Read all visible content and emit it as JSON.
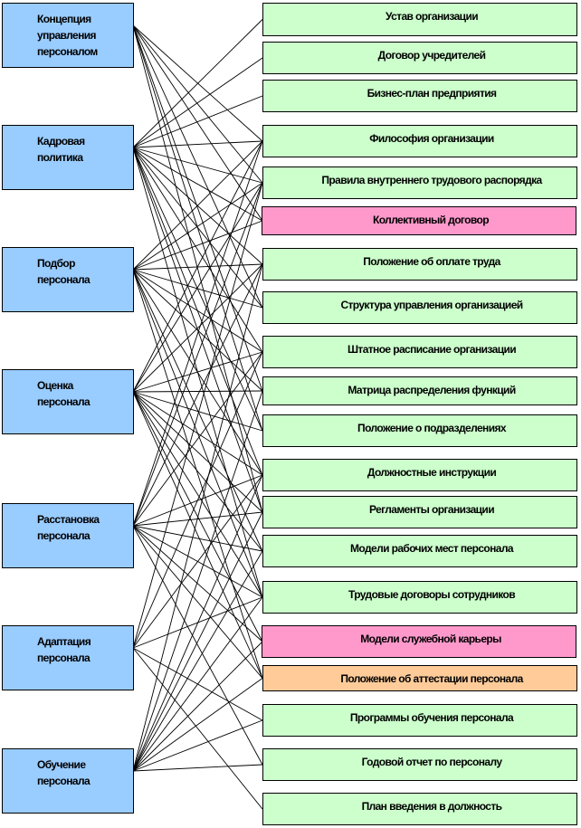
{
  "colors": {
    "left_box": "#99CCFF",
    "right_default": "#CCFFCC",
    "right_pink": "#FF99CC",
    "right_orange": "#FFCC99",
    "line": "#000000"
  },
  "left_nodes": [
    {
      "id": "L0",
      "label": "Концепция\nуправления\nперсоналом"
    },
    {
      "id": "L1",
      "label": "Кадровая\nполитика"
    },
    {
      "id": "L2",
      "label": "Подбор\nперсонала"
    },
    {
      "id": "L3",
      "label": "Оценка\nперсонала"
    },
    {
      "id": "L4",
      "label": "Расстановка\nперсонала"
    },
    {
      "id": "L5",
      "label": "Адаптация\nперсонала"
    },
    {
      "id": "L6",
      "label": "Обучение\nперсонала"
    }
  ],
  "right_nodes": [
    {
      "id": "R0",
      "label": "Устав организации",
      "color": "green"
    },
    {
      "id": "R1",
      "label": "Договор учредителей",
      "color": "green"
    },
    {
      "id": "R2",
      "label": "Бизнес-план предприятия",
      "color": "green"
    },
    {
      "id": "R3",
      "label": "Философия организации",
      "color": "green"
    },
    {
      "id": "R4",
      "label": "Правила внутреннего трудового распорядка",
      "color": "green"
    },
    {
      "id": "R5",
      "label": "Коллективный договор",
      "color": "pink"
    },
    {
      "id": "R6",
      "label": "Положение об оплате труда",
      "color": "green"
    },
    {
      "id": "R7",
      "label": "Структура управления организацией",
      "color": "green"
    },
    {
      "id": "R8",
      "label": "Штатное расписание организации",
      "color": "green"
    },
    {
      "id": "R9",
      "label": "Матрица распределения функций",
      "color": "green"
    },
    {
      "id": "R10",
      "label": "Положение о подразделениях",
      "color": "green"
    },
    {
      "id": "R11",
      "label": "Должностные инструкции",
      "color": "green"
    },
    {
      "id": "R12",
      "label": "Регламенты организации",
      "color": "green"
    },
    {
      "id": "R13",
      "label": "Модели рабочих мест персонала",
      "color": "green"
    },
    {
      "id": "R14",
      "label": "Трудовые договоры сотрудников",
      "color": "green"
    },
    {
      "id": "R15",
      "label": "Модели служебной карьеры",
      "color": "pink"
    },
    {
      "id": "R16",
      "label": "Положение об аттестации персонала",
      "color": "orange"
    },
    {
      "id": "R17",
      "label": "Программы обучения персонала",
      "color": "green"
    },
    {
      "id": "R18",
      "label": "Годовой отчет по персоналу",
      "color": "green"
    },
    {
      "id": "R19",
      "label": "План введения в должность",
      "color": "green"
    }
  ],
  "connections": {
    "L0": [
      "R3",
      "R4",
      "R5",
      "R7",
      "R9",
      "R10",
      "R12"
    ],
    "L1": [
      "R0",
      "R1",
      "R2",
      "R3",
      "R4",
      "R5",
      "R6",
      "R7",
      "R8",
      "R10",
      "R11",
      "R12",
      "R14"
    ],
    "L2": [
      "R3",
      "R4",
      "R5",
      "R6",
      "R7",
      "R8",
      "R9",
      "R11",
      "R13",
      "R14",
      "R16"
    ],
    "L3": [
      "R3",
      "R4",
      "R6",
      "R8",
      "R9",
      "R10",
      "R11",
      "R12",
      "R13",
      "R14",
      "R15",
      "R16"
    ],
    "L4": [
      "R3",
      "R4",
      "R6",
      "R8",
      "R11",
      "R12",
      "R13",
      "R14",
      "R15",
      "R16",
      "R18"
    ],
    "L5": [
      "R4",
      "R8",
      "R11",
      "R14",
      "R17",
      "R19"
    ],
    "L6": [
      "R6",
      "R9",
      "R11",
      "R12",
      "R13",
      "R14",
      "R15",
      "R16",
      "R17",
      "R18"
    ]
  }
}
